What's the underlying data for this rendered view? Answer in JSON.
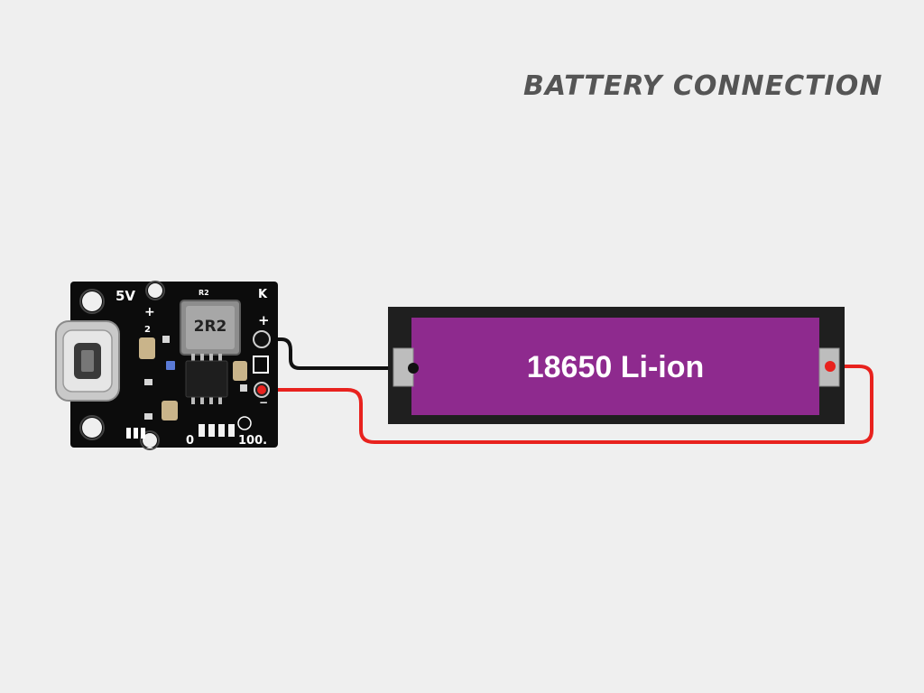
{
  "title": "BATTERY CONNECTION",
  "board": {
    "voltage_label": "5V",
    "plus_label": "+",
    "minus_label": "−",
    "num_2": "2",
    "k_label": "K",
    "inductor_marking": "2R2",
    "r2_label": "R2",
    "gauge_start": "0",
    "gauge_end": "100."
  },
  "battery": {
    "label": "18650 Li-ion",
    "body_color": "#8e2a8e"
  },
  "wires": {
    "negative_color": "#111111",
    "positive_color": "#e8221e"
  },
  "icons": {
    "usb_port": "usb-c-port-icon",
    "inductor": "inductor-icon"
  }
}
